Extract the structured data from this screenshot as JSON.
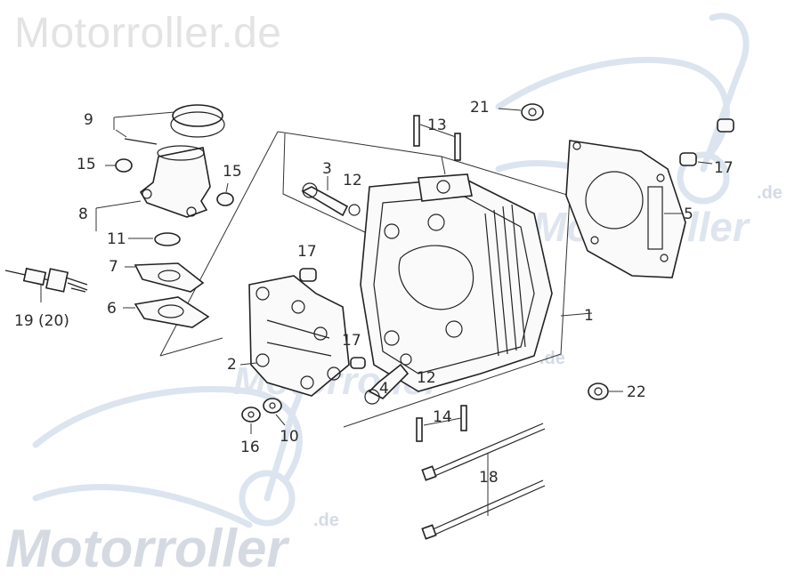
{
  "watermark": {
    "top": "Motorroller.de",
    "mid_right": "Motorroller",
    "mid_right_suffix": ".de",
    "mid_center": "Motorroller",
    "mid_center_suffix": ".de",
    "bottom": "Motorroller",
    "bottom_suffix": ".de"
  },
  "callouts": {
    "c1": "1",
    "c2": "2",
    "c3": "3",
    "c4": "4",
    "c5": "5",
    "c6": "6",
    "c7": "7",
    "c8": "8",
    "c9": "9",
    "c10": "10",
    "c11": "11",
    "c12a": "12",
    "c12b": "12",
    "c13": "13",
    "c14": "14",
    "c15a": "15",
    "c15b": "15",
    "c16": "16",
    "c17a": "17",
    "c17b": "17",
    "c17c": "17",
    "c18": "18",
    "c19": "19 (20)",
    "c21": "21",
    "c22": "22"
  }
}
